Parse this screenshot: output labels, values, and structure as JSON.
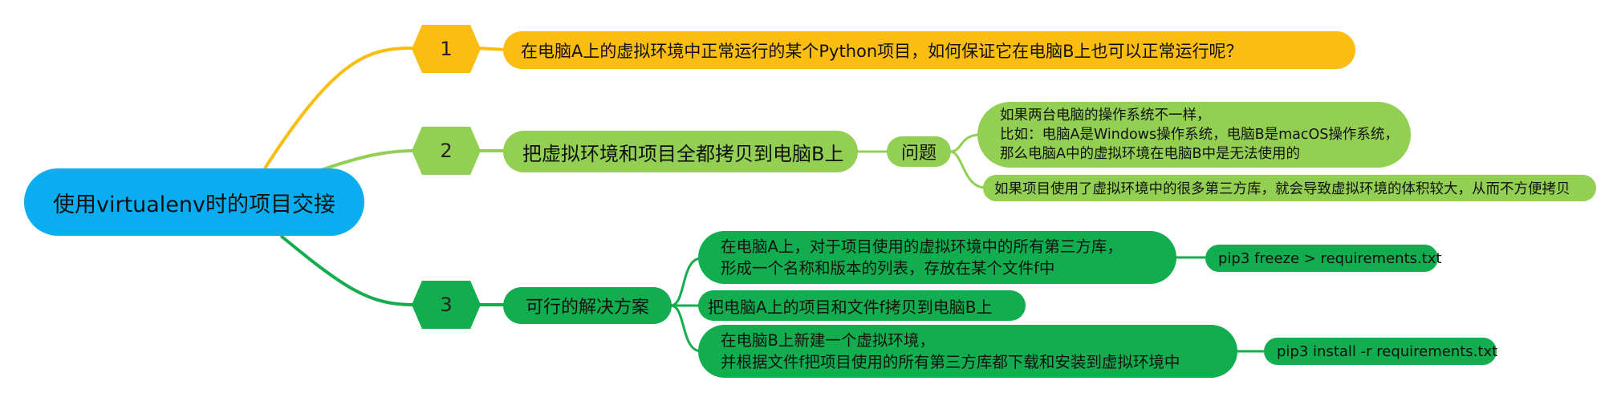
{
  "colors": {
    "root": "#0aaef0",
    "branch1": "#fbbd12",
    "branch2": "#92cf53",
    "branch3": "#12ad4e"
  },
  "root": {
    "label": "使用virtualenv时的项目交接"
  },
  "branches": [
    {
      "number": "1",
      "title": "在电脑A上的虚拟环境中正常运行的某个Python项目，如何保证它在电脑B上也可以正常运行呢？"
    },
    {
      "number": "2",
      "title": "把虚拟环境和项目全都拷贝到电脑B上",
      "problem": {
        "label": "问题",
        "items": [
          {
            "lines": [
              "如果两台电脑的操作系统不一样，",
              "比如：电脑A是Windows操作系统，电脑B是macOS操作系统，",
              "那么电脑A中的虚拟环境在电脑B中是无法使用的"
            ]
          },
          {
            "lines": [
              "如果项目使用了虚拟环境中的很多第三方库，就会导致虚拟环境的体积较大，从而不方便拷贝"
            ]
          }
        ]
      }
    },
    {
      "number": "3",
      "title": "可行的解决方案",
      "steps": [
        {
          "lines": [
            "在电脑A上，对于项目使用的虚拟环境中的所有第三方库，",
            "形成一个名称和版本的列表，存放在某个文件f中"
          ],
          "command": "pip3 freeze > requirements.txt"
        },
        {
          "lines": [
            "把电脑A上的项目和文件f拷贝到电脑B上"
          ]
        },
        {
          "lines": [
            "在电脑B上新建一个虚拟环境，",
            "并根据文件f把项目使用的所有第三方库都下载和安装到虚拟环境中"
          ],
          "command": "pip3 install -r requirements.txt"
        }
      ]
    }
  ]
}
